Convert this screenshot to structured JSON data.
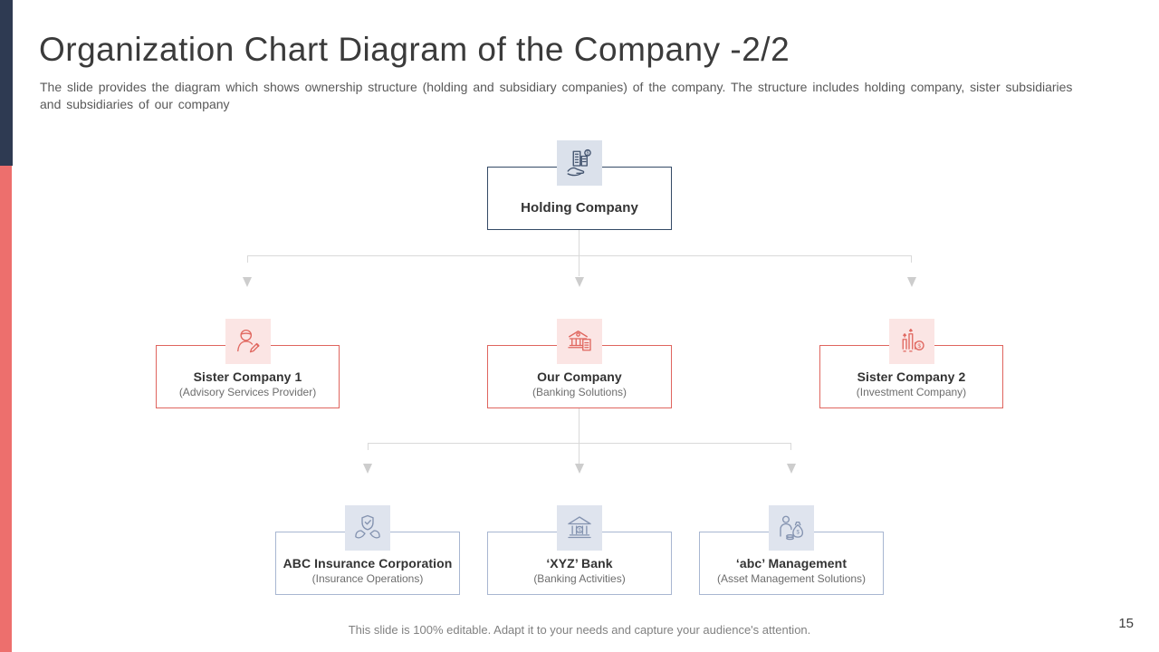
{
  "slide": {
    "title": "Organization Chart Diagram of the Company -2/2",
    "subtitle": "The slide provides the diagram which shows ownership structure (holding and subsidiary companies) of the company. The structure includes holding company, sister subsidiaries and subsidiaries of our company",
    "footer": "This slide is 100% editable. Adapt it to your needs and capture your audience's attention.",
    "page_number": "15"
  },
  "chart": {
    "root": {
      "label": "Holding Company",
      "icon": "hand-holding-buildings-icon"
    },
    "level2": [
      {
        "label": "Sister Company 1",
        "sublabel": "(Advisory Services Provider)",
        "icon": "advisor-person-pencil-icon"
      },
      {
        "label": "Our Company",
        "sublabel": "(Banking Solutions)",
        "icon": "bank-building-document-icon"
      },
      {
        "label": "Sister Company 2",
        "sublabel": "(Investment Company)",
        "icon": "growth-bars-dollar-icon"
      }
    ],
    "level3": [
      {
        "label": "ABC Insurance Corporation",
        "sublabel": "(Insurance Operations)",
        "icon": "hands-holding-shield-icon"
      },
      {
        "label": "‘XYZ’ Bank",
        "sublabel": "(Banking Activities)",
        "icon": "bank-dollar-icon"
      },
      {
        "label": "‘abc’ Management",
        "sublabel": "(Asset Management Solutions)",
        "icon": "person-money-bag-icon"
      }
    ]
  },
  "colors": {
    "sidebar_top": "#2e3a52",
    "sidebar_bottom": "#ed6f6d",
    "level1_border": "#344a66",
    "level2_border": "#df655e",
    "level3_border": "#a8b6d1",
    "level1_tile_bg": "#dbe1eb",
    "level2_tile_bg": "#fbe5e4",
    "level3_tile_bg": "#dfe4ee",
    "connector": "#d9d9d9"
  }
}
